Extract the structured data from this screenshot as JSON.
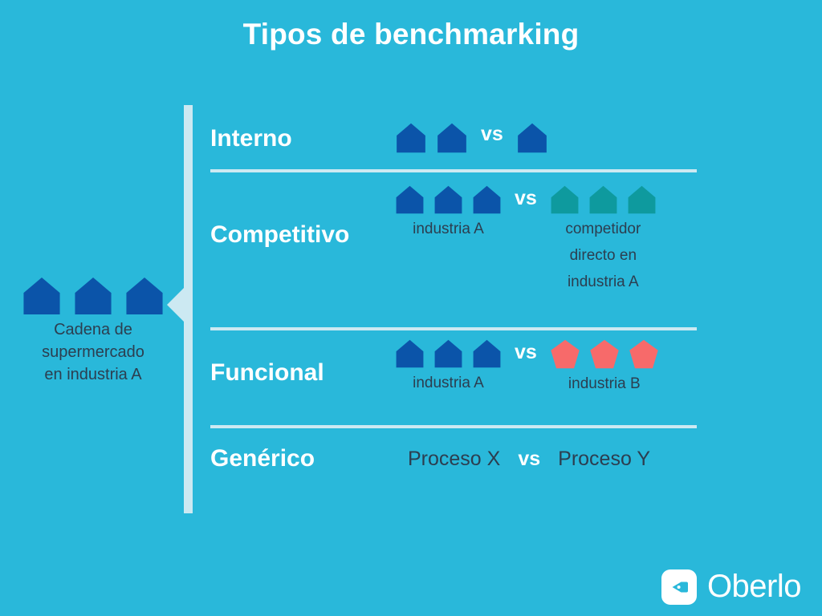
{
  "title": "Tipos de benchmarking",
  "colors": {
    "background": "#29b8da",
    "pale": "#cce9f2",
    "blue": "#0b54a9",
    "teal": "#0e9a9e",
    "coral": "#f76a6a",
    "navy_text": "#2c3e50",
    "white": "#ffffff"
  },
  "source": {
    "icon": "house-icon",
    "icon_count": 3,
    "icon_color": "#0b54a9",
    "caption": "Cadena  de\nsupermercado\nen industria A"
  },
  "vs_label": "vs",
  "rows": [
    {
      "label": "Interno",
      "left": {
        "icon": "house-icon",
        "count": 2,
        "color": "#0b54a9",
        "caption": ""
      },
      "right": {
        "icon": "house-icon",
        "count": 1,
        "color": "#0b54a9",
        "caption": ""
      }
    },
    {
      "label": "Competitivo",
      "left": {
        "icon": "house-icon",
        "count": 3,
        "color": "#0b54a9",
        "caption": "industria A"
      },
      "right": {
        "icon": "house-icon",
        "count": 3,
        "color": "#0e9a9e",
        "caption": "competidor\ndirecto en\nindustria A"
      }
    },
    {
      "label": "Funcional",
      "left": {
        "icon": "house-icon",
        "count": 3,
        "color": "#0b54a9",
        "caption": "industria A"
      },
      "right": {
        "icon": "pentagon-icon",
        "count": 3,
        "color": "#f76a6a",
        "caption": "industria B"
      }
    },
    {
      "label": "Genérico",
      "left": {
        "icon": "none",
        "count": 0,
        "color": "",
        "caption": "Proceso X"
      },
      "right": {
        "icon": "none",
        "count": 0,
        "color": "",
        "caption": "Proceso Y"
      }
    }
  ],
  "logo": {
    "mark": "tag-icon",
    "word": "Oberlo"
  }
}
